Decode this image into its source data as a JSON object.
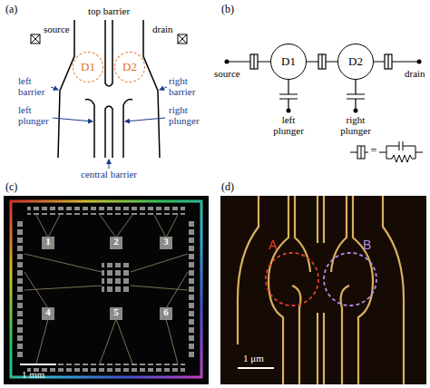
{
  "diagram": {
    "nodes": [
      {
        "text": [
          "D1"
        ]
      },
      {
        "text": [
          "D2"
        ]
      },
      {
        "text": [
          "D1"
        ]
      },
      {
        "text": [
          "D2"
        ]
      },
      {
        "text": [
          "A"
        ]
      },
      {
        "text": [
          "B"
        ]
      }
    ],
    "edges": [
      {
        "from": 2,
        "to": 3,
        "arrow": "none"
      }
    ],
    "labels": [
      "(a)",
      "top barrier",
      "source",
      "drain",
      "left barrier",
      "right barrier",
      "left plunger",
      "right plunger",
      "central barrier",
      "(b)",
      "source",
      "drain",
      "left plunger",
      "right plunger",
      "=",
      "(c)",
      "1",
      "2",
      "3",
      "4",
      "5",
      "6",
      "1 mm",
      "(d)",
      "1 μm"
    ]
  }
}
